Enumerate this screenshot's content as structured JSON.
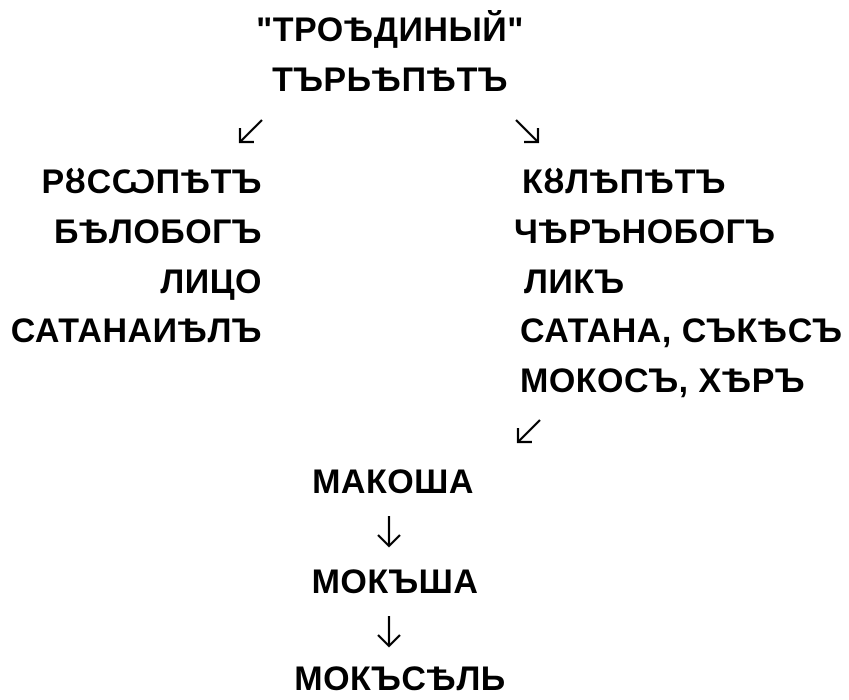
{
  "title": {
    "line1": "\"ТРОѢДИНЫЙ\"",
    "line2": "ТЪРЬѢПѢТЪ"
  },
  "left_column": [
    "РȣСѠПѢТЪ",
    "БѢЛОБОГЪ",
    "ЛИЦО",
    "САТАНАИѢЛЪ"
  ],
  "right_column": [
    "КȣЛѢПѢТЪ",
    "ЧѢРЪНОБОГЪ",
    "ЛИКЪ",
    "САТАНА, СЪКѢСЪ",
    "МОКОСЪ, ХѢРЪ"
  ],
  "bottom_chain": [
    "МАКОША",
    "МОКЪША",
    "МОКЪСѢЛЬ"
  ],
  "arrows": [
    "arrow-down-left",
    "arrow-down-right",
    "arrow-down-left",
    "arrow-down",
    "arrow-down"
  ]
}
